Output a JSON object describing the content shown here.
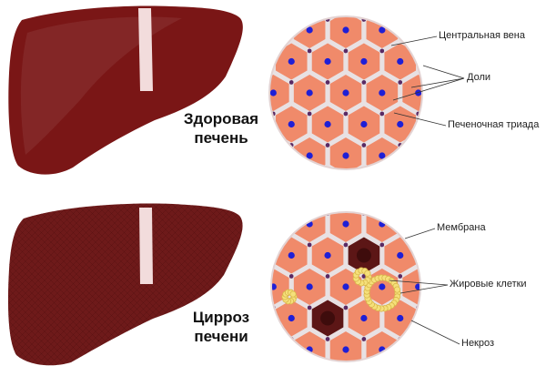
{
  "captions": {
    "healthy_line1": "Здоровая",
    "healthy_line2": "печень",
    "cirrhosis_line1": "Цирроз",
    "cirrhosis_line2": "печени"
  },
  "labels": {
    "central_vein": "Центральная вена",
    "lobules": "Доли",
    "portal_triad": "Печеночная триада",
    "membrane": "Мембрана",
    "fat_cells": "Жировые клетки",
    "necrosis": "Некроз"
  },
  "colors": {
    "liver_healthy": "#7a1616",
    "liver_cirrhosis": "#6e1a1a",
    "ligament": "#f2dcdc",
    "cell": "#f08a6a",
    "cell_edge": "#e8e1e3",
    "nucleus": "#1f1fd6",
    "triad": "#5a2a64",
    "necrosis": "#5c1616",
    "fat": "#f5e07a"
  }
}
